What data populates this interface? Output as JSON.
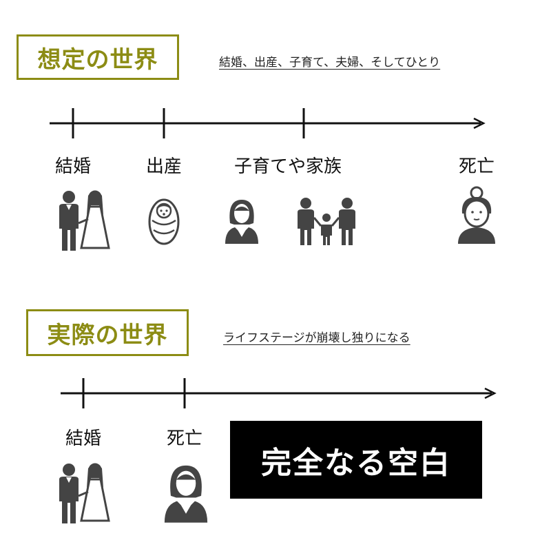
{
  "assumed": {
    "title": "想定の世界",
    "caption": "結婚、出産、子育て、夫婦、そしてひとり",
    "events": [
      "結婚",
      "出産",
      "子育てや家族",
      "死亡"
    ]
  },
  "actual": {
    "title": "実際の世界",
    "caption": "ライフステージが崩壊し独りになる",
    "events": [
      "結婚",
      "死亡"
    ],
    "blank_label": "完全なる空白"
  },
  "colors": {
    "title_accent": "#8c8c14",
    "icon": "#444444",
    "blank_bg": "#000000",
    "blank_text": "#ffffff"
  },
  "icons": [
    "wedding-couple-icon",
    "baby-icon",
    "woman-icon",
    "family-icon",
    "elderly-woman-icon"
  ]
}
